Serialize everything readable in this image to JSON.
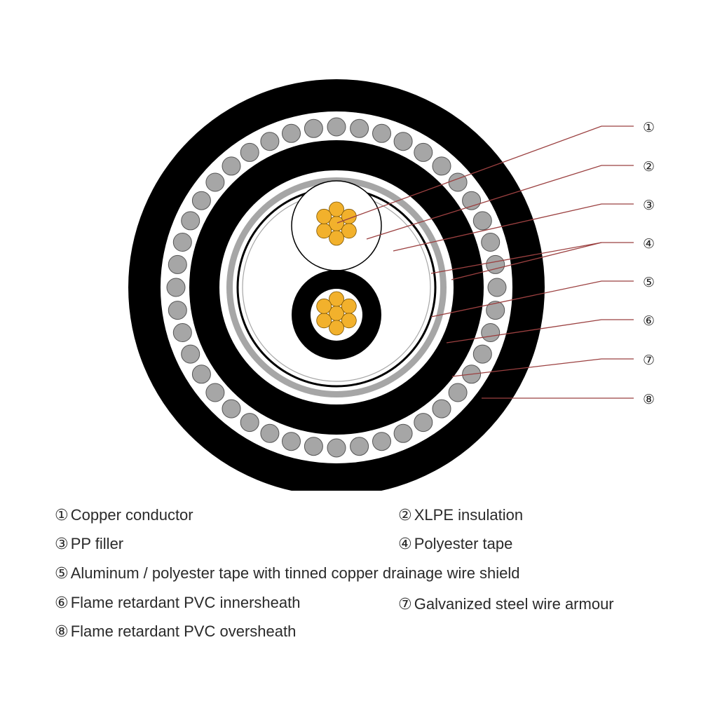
{
  "colors": {
    "sheath": "#000000",
    "armour_wire": "#a6a6a6",
    "shield_tape": "#a6a6a6",
    "conductor": "#f2b12c",
    "conductor_stroke": "#7a5200",
    "leader_line": "#9b4040",
    "background": "#ffffff"
  },
  "callouts": [
    {
      "id": 1,
      "symbol": "①"
    },
    {
      "id": 2,
      "symbol": "②"
    },
    {
      "id": 3,
      "symbol": "③"
    },
    {
      "id": 4,
      "symbol": "④"
    },
    {
      "id": 5,
      "symbol": "⑤"
    },
    {
      "id": 6,
      "symbol": "⑥"
    },
    {
      "id": 7,
      "symbol": "⑦"
    },
    {
      "id": 8,
      "symbol": "⑧"
    }
  ],
  "legend": [
    {
      "num": "①",
      "text": "Copper conductor"
    },
    {
      "num": "②",
      "text": "XLPE insulation"
    },
    {
      "num": "③",
      "text": "PP filler"
    },
    {
      "num": "④",
      "text": "Polyester tape"
    },
    {
      "num": "⑤",
      "text": "Aluminum / polyester tape with tinned copper drainage wire shield"
    },
    {
      "num": "⑥",
      "text": "Flame retardant PVC innersheath"
    },
    {
      "num": "⑦",
      "text": "Galvanized steel wire armour"
    },
    {
      "num": "⑧",
      "text": "Flame retardant PVC oversheath"
    }
  ]
}
